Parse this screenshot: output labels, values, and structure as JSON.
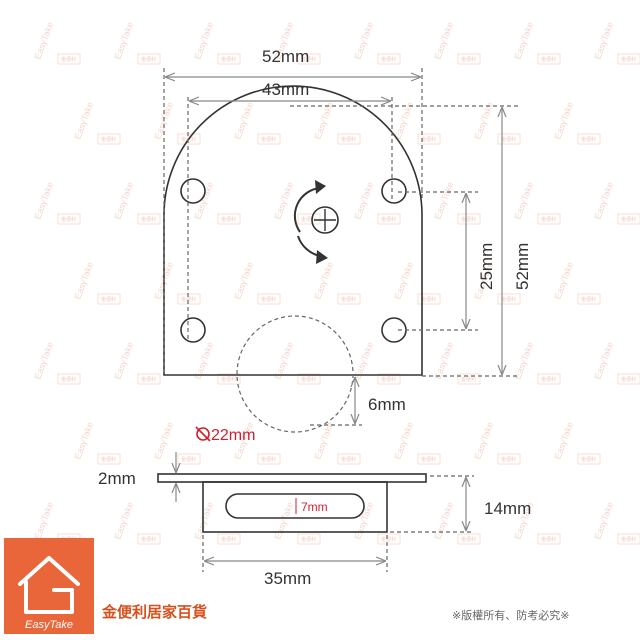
{
  "dimensions": {
    "top_width": "52mm",
    "hole_spacing": "43mm",
    "right_height": "52mm",
    "hole_vertical": "25mm",
    "bottom_extension": "6mm",
    "circle_diameter": "22mm",
    "plate_thickness": "2mm",
    "slot_width": "7mm",
    "side_height": "14mm",
    "bottom_width": "35mm"
  },
  "watermark": {
    "brand": "EasyTake",
    "stamp": "金便利"
  },
  "footer": {
    "logo_text": "EasyTake",
    "brand_name": "金便利居家百貨",
    "copyright": "※版權所有、防考必究※"
  },
  "colors": {
    "accent": "#e8663a",
    "brand": "#d8501c",
    "line": "#333333",
    "red_text": "#d02030"
  }
}
